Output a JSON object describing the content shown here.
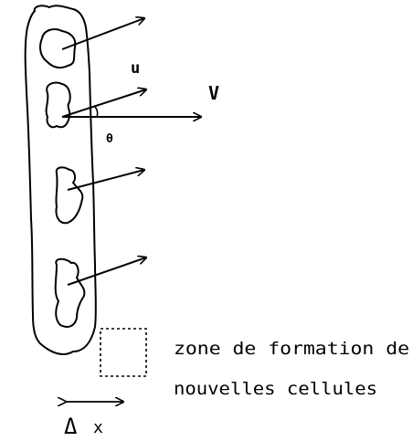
{
  "labels": {
    "u": "u",
    "v": "V",
    "theta": "θ",
    "zone_line1": "zone de formation de",
    "zone_line2": "nouvelles cellules",
    "delta_symbol": "Δ",
    "delta_x": "x"
  },
  "colors": {
    "ink": "#000000",
    "background": "#ffffff"
  }
}
